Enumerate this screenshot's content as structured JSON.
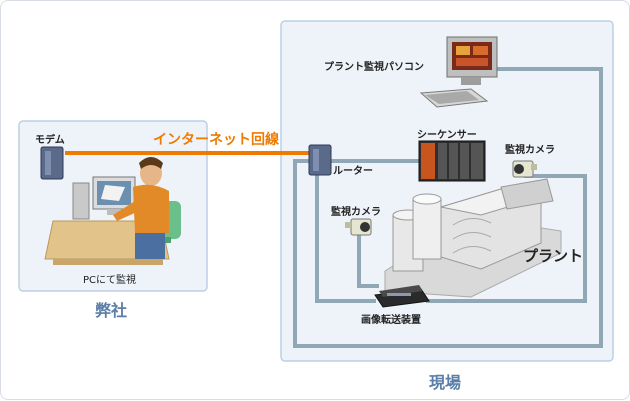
{
  "office": {
    "modem_label": "モデム",
    "pc_label": "PCにて監視",
    "caption": "弊社"
  },
  "internet_line_label": "インターネット回線",
  "site": {
    "caption": "現場",
    "pc_label": "プラント監視パソコン",
    "router_label": "ルーター",
    "sequencer_label": "シーケンサー",
    "camera_right_label": "監視カメラ",
    "camera_left_label": "監視カメラ",
    "plant_label": "プラント",
    "transfer_label": "画像転送装置"
  },
  "colors": {
    "internet_line": "#f07a00",
    "network_line": "#90a8b6",
    "panel_fill": "#eef3f9",
    "panel_border": "#bcd0e6",
    "caption": "#5b7ea8"
  }
}
